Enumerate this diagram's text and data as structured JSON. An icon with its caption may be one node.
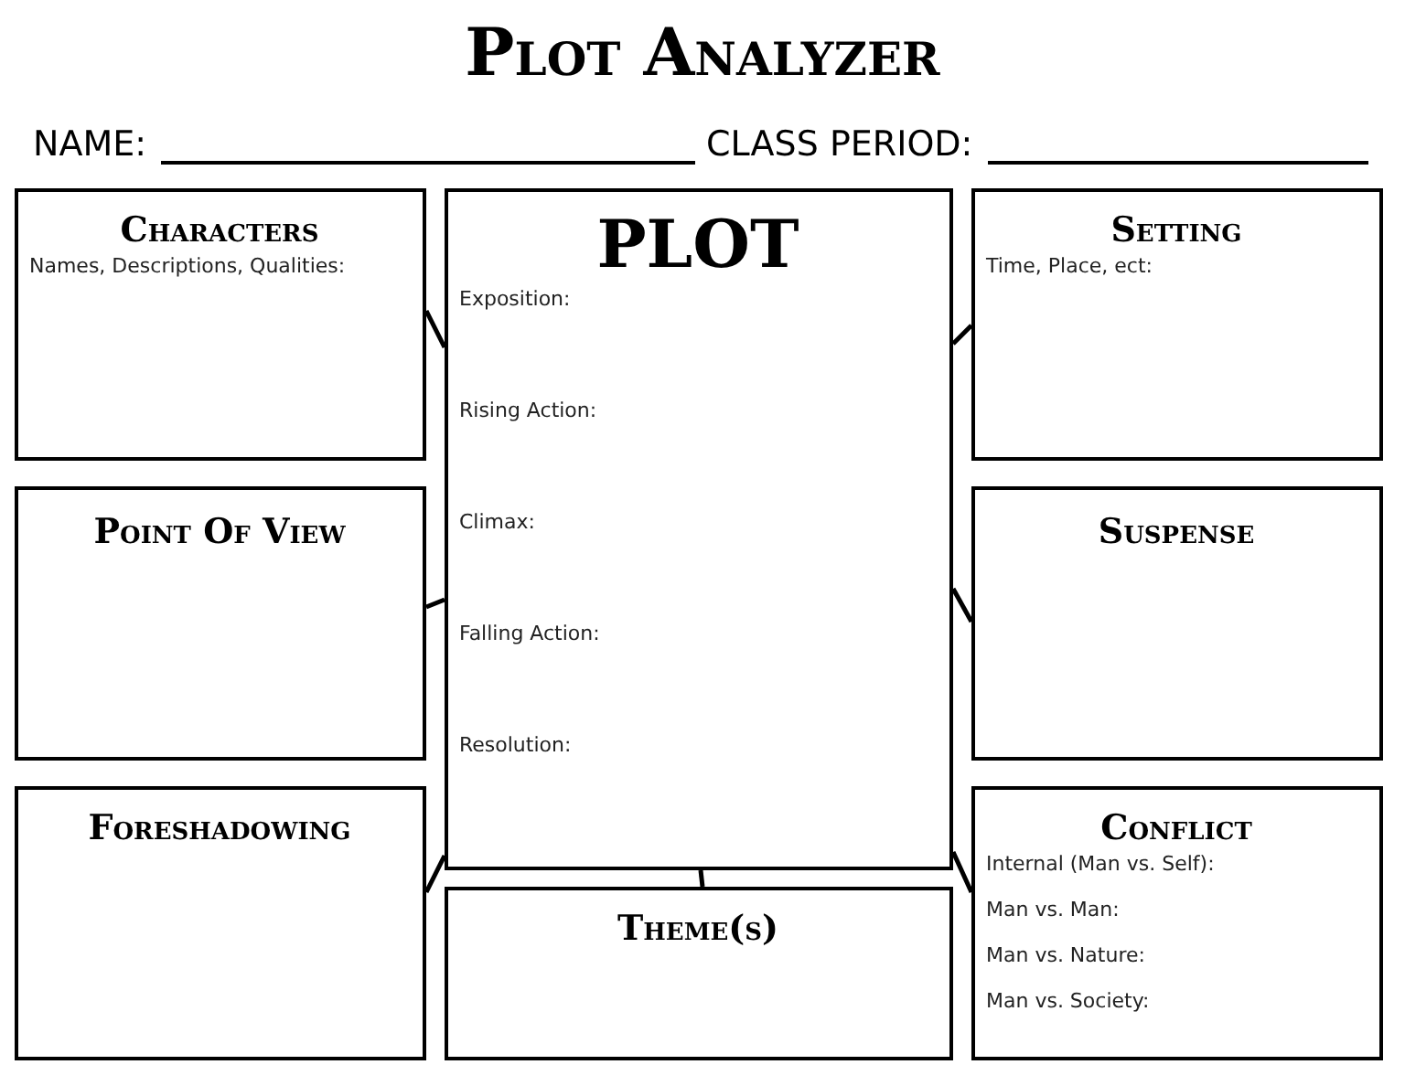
{
  "diagram": {
    "title": "Plot Analyzer",
    "nodes": [
      {
        "text": [
          "Characters",
          "Names, Descriptions, Qualities:"
        ]
      },
      {
        "text": [
          "PLOT",
          "Exposition:",
          "Rising Action:",
          "Climax:",
          "Falling Action:",
          "Resolution:"
        ]
      },
      {
        "text": [
          "Setting",
          "Time, Place, ect:"
        ]
      },
      {
        "text": [
          "Point Of View"
        ]
      },
      {
        "text": [
          "Suspense"
        ]
      },
      {
        "text": [
          "Foreshadowing"
        ]
      },
      {
        "text": [
          "Conflict",
          "Internal (Man vs. Self):",
          "Man vs. Man:",
          "Man vs. Nature:",
          "Man vs. Society:"
        ]
      },
      {
        "text": [
          "Theme(s)"
        ]
      }
    ],
    "edges": [
      {
        "from": 1,
        "to": 0,
        "arrow": "none"
      },
      {
        "from": 1,
        "to": 2,
        "arrow": "none"
      },
      {
        "from": 1,
        "to": 3,
        "arrow": "none"
      },
      {
        "from": 1,
        "to": 4,
        "arrow": "none"
      },
      {
        "from": 1,
        "to": 5,
        "arrow": "none"
      },
      {
        "from": 1,
        "to": 6,
        "arrow": "none"
      },
      {
        "from": 1,
        "to": 7,
        "arrow": "none"
      }
    ],
    "labels": [
      "NAME:",
      "CLASS PERIOD:"
    ]
  }
}
